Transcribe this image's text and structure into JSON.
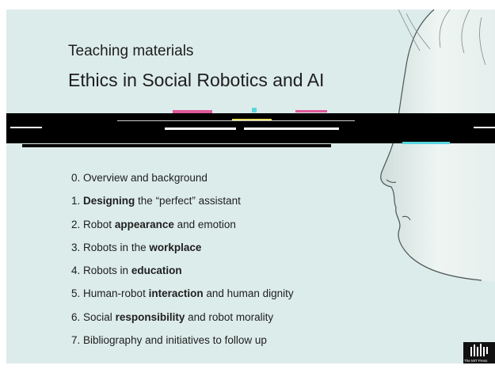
{
  "slide": {
    "subtitle": "Teaching materials",
    "title": "Ethics in Social Robotics and AI",
    "topics": [
      {
        "number": "0.",
        "before": "Overview and background",
        "bold": "",
        "after": ""
      },
      {
        "number": "1.",
        "before": "",
        "bold": "Designing",
        "after": " the “perfect” assistant"
      },
      {
        "number": "2.",
        "before": "Robot ",
        "bold": "appearance",
        "after": " and emotion"
      },
      {
        "number": "3.",
        "before": "Robots in the ",
        "bold": "workplace",
        "after": ""
      },
      {
        "number": "4.",
        "before": "Robots in ",
        "bold": "education",
        "after": ""
      },
      {
        "number": "5.",
        "before": "Human-robot ",
        "bold": "interaction",
        "after": " and human dignity"
      },
      {
        "number": "6.",
        "before": "Social ",
        "bold": "responsibility",
        "after": " and robot morality"
      },
      {
        "number": "7.",
        "before": "Bibliography and initiatives to follow up",
        "bold": "",
        "after": ""
      }
    ],
    "logo_text": "The MIT Press"
  },
  "colors": {
    "background": "#dcecea",
    "text": "#1e1e1e",
    "band": "#000000",
    "glitch_pink": "#e0589a",
    "glitch_cyan": "#5ad6e0",
    "glitch_yellow": "#e8e060"
  },
  "icons": {
    "face": "face-profile-illustration",
    "logo": "mit-press-logo-icon"
  }
}
